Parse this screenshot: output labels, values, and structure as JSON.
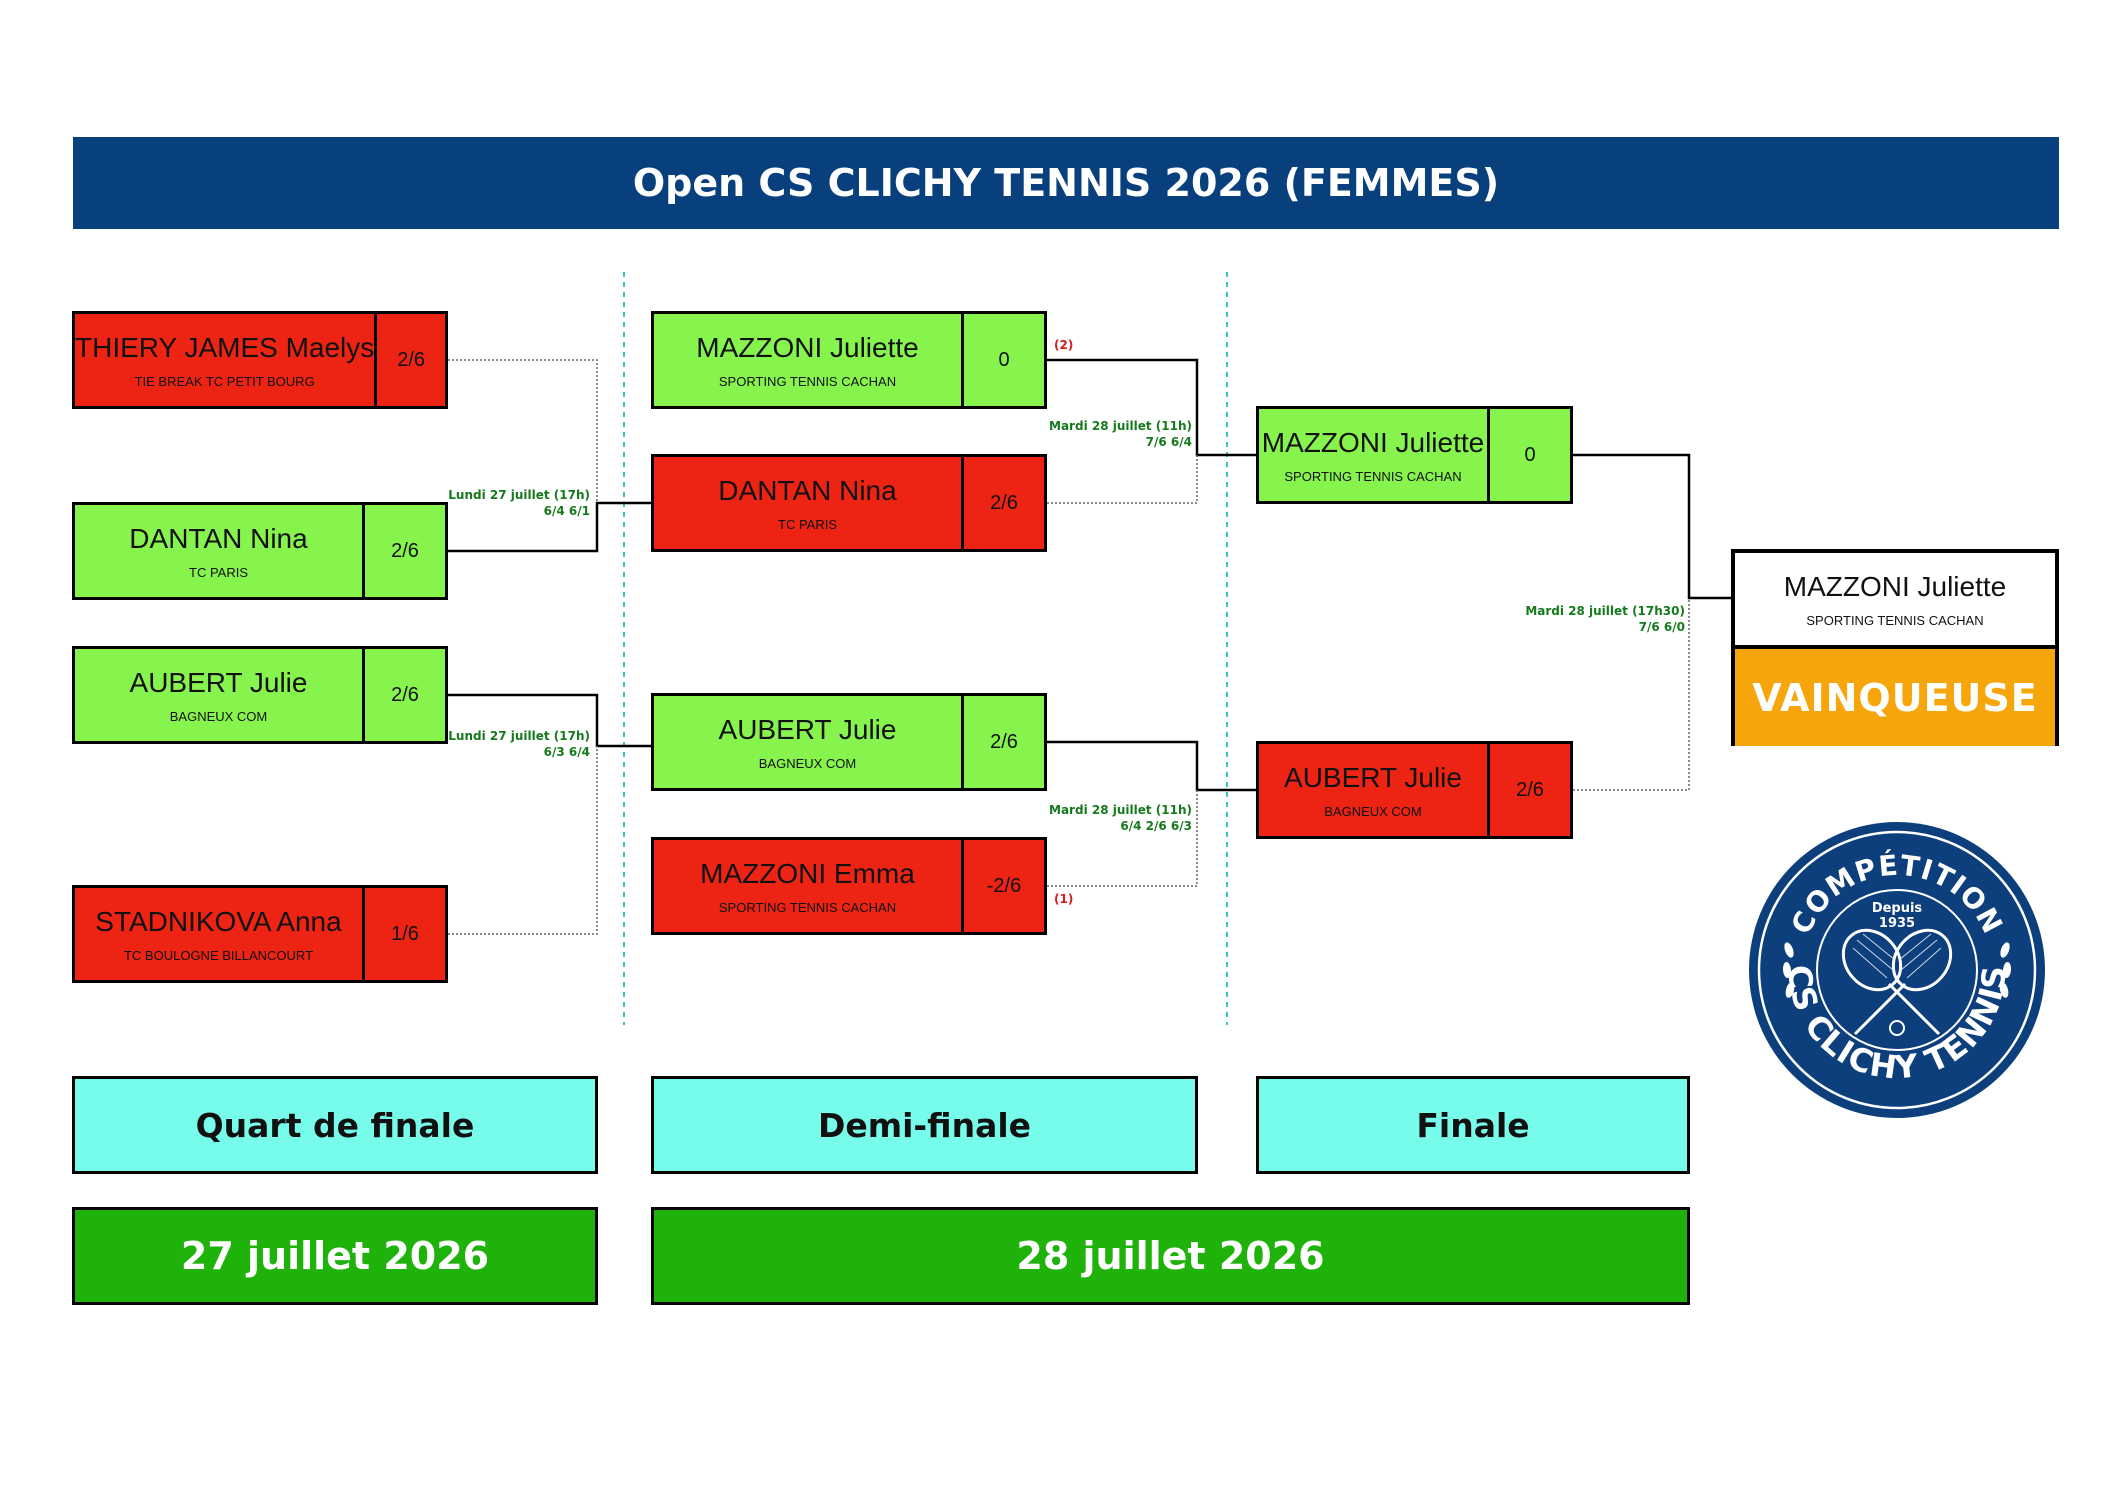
{
  "title": "Open CS CLICHY TENNIS 2026 (FEMMES)",
  "quarterfinals": [
    {
      "name": "THIERY JAMES Maelys",
      "club": "TIE BREAK TC PETIT BOURG",
      "score": "2/6",
      "result": "lose"
    },
    {
      "name": "DANTAN Nina",
      "club": "TC PARIS",
      "score": "2/6",
      "result": "win"
    },
    {
      "name": "AUBERT Julie",
      "club": "BAGNEUX COM",
      "score": "2/6",
      "result": "win"
    },
    {
      "name": "STADNIKOVA Anna",
      "club": "TC BOULOGNE BILLANCOURT",
      "score": "1/6",
      "result": "lose"
    }
  ],
  "semifinals": [
    {
      "name": "MAZZONI Juliette",
      "club": "SPORTING TENNIS CACHAN",
      "score": "0",
      "result": "win",
      "seed": "(2)"
    },
    {
      "name": "DANTAN Nina",
      "club": "TC PARIS",
      "score": "2/6",
      "result": "lose"
    },
    {
      "name": "AUBERT Julie",
      "club": "BAGNEUX COM",
      "score": "2/6",
      "result": "win"
    },
    {
      "name": "MAZZONI Emma",
      "club": "SPORTING TENNIS CACHAN",
      "score": "-2/6",
      "result": "lose",
      "seed": "(1)"
    }
  ],
  "final": [
    {
      "name": "MAZZONI Juliette",
      "club": "SPORTING TENNIS CACHAN",
      "score": "0",
      "result": "win"
    },
    {
      "name": "AUBERT Julie",
      "club": "BAGNEUX COM",
      "score": "2/6",
      "result": "lose"
    }
  ],
  "match_notes": {
    "qf1": {
      "date": "Lundi 27 juillet (17h)",
      "score": "6/4 6/1"
    },
    "qf2": {
      "date": "Lundi 27 juillet (17h)",
      "score": "6/3 6/4"
    },
    "sf1": {
      "date": "Mardi 28 juillet (11h)",
      "score": "7/6 6/4"
    },
    "sf2": {
      "date": "Mardi 28 juillet (11h)",
      "score": "6/4 2/6 6/3"
    },
    "final": {
      "date": "Mardi 28 juillet (17h30)",
      "score": "7/6 6/0"
    }
  },
  "champion": {
    "name": "MAZZONI Juliette",
    "club": "SPORTING TENNIS CACHAN",
    "label": "VAINQUEUSE"
  },
  "rounds": {
    "quarter": "Quart de finale",
    "semi": "Demi-finale",
    "final": "Finale"
  },
  "dates": {
    "day1": "27 juillet 2026",
    "day2": "28 juillet 2026"
  },
  "logo": {
    "top_text": "COMPÉTITION",
    "bottom_text": "CS CLICHY TENNIS",
    "since": "Depuis",
    "year": "1935"
  },
  "colors": {
    "banner": "#08407e",
    "winner": "#87f44e",
    "loser": "#ed2414",
    "champion_label": "#f6a50a",
    "round": "#77fbea",
    "date": "#1fb20b",
    "note_text": "#167a1c",
    "seed_text": "#d61c1c"
  }
}
